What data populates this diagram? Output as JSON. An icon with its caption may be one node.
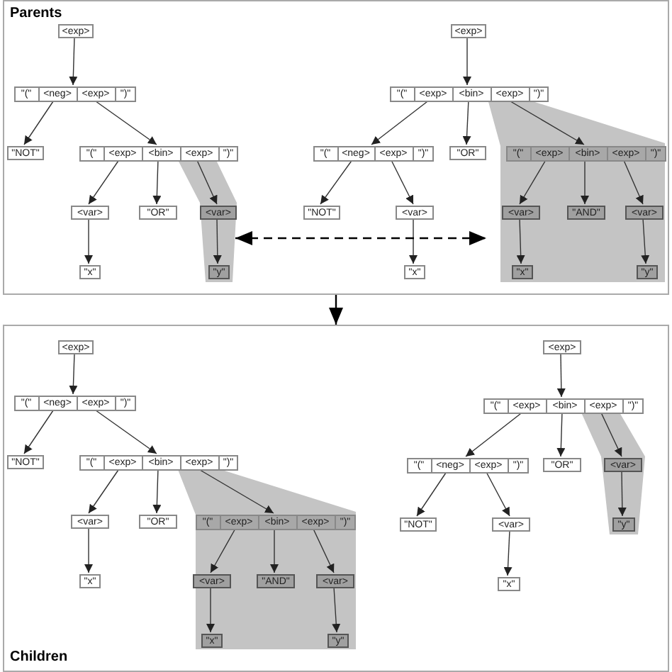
{
  "diagram": {
    "nodes": [
      {
        "text": [
          "Parents"
        ]
      },
      {
        "text": [
          "<exp>"
        ],
        "in": 0
      },
      {
        "text": [],
        "shape": "box",
        "in": 0
      },
      {
        "text": [
          "\"(\""
        ],
        "in": 2
      },
      {
        "text": [
          "<neg>"
        ],
        "in": 2
      },
      {
        "text": [
          "<exp>"
        ],
        "in": 2
      },
      {
        "text": [
          "\")\""
        ],
        "in": 2
      },
      {
        "text": [
          "\"NOT\""
        ],
        "in": 0
      },
      {
        "text": [],
        "shape": "box",
        "in": 0
      },
      {
        "text": [
          "\"(\""
        ],
        "in": 8
      },
      {
        "text": [
          "<exp>"
        ],
        "in": 8
      },
      {
        "text": [
          "<bin>"
        ],
        "in": 8
      },
      {
        "text": [
          "<exp>"
        ],
        "in": 8
      },
      {
        "text": [
          "\")\""
        ],
        "in": 8
      },
      {
        "text": [
          "<var>"
        ],
        "in": 0
      },
      {
        "text": [
          "\"OR\""
        ],
        "in": 0
      },
      {
        "text": [
          "<var>"
        ],
        "in": 19
      },
      {
        "text": [
          "\"x\""
        ],
        "in": 0
      },
      {
        "text": [
          "\"y\""
        ],
        "in": 19
      },
      {
        "text": [],
        "shape": "band",
        "in": 0
      },
      {
        "text": [
          "<exp>"
        ],
        "in": 0
      },
      {
        "text": [],
        "shape": "box",
        "in": 0
      },
      {
        "text": [
          "\"(\""
        ],
        "in": 21
      },
      {
        "text": [
          "<exp>"
        ],
        "in": 21
      },
      {
        "text": [
          "<bin>"
        ],
        "in": 21
      },
      {
        "text": [
          "<exp>"
        ],
        "in": 21
      },
      {
        "text": [
          "\")\""
        ],
        "in": 21
      },
      {
        "text": [],
        "shape": "box",
        "in": 0
      },
      {
        "text": [
          "\"(\""
        ],
        "in": 27
      },
      {
        "text": [
          "<neg>"
        ],
        "in": 27
      },
      {
        "text": [
          "<exp>"
        ],
        "in": 27
      },
      {
        "text": [
          "\")\""
        ],
        "in": 27
      },
      {
        "text": [
          "\"OR\""
        ],
        "in": 0
      },
      {
        "text": [],
        "shape": "box",
        "in": 47
      },
      {
        "text": [
          "\"(\""
        ],
        "in": 33
      },
      {
        "text": [
          "<exp>"
        ],
        "in": 33
      },
      {
        "text": [
          "<bin>"
        ],
        "in": 33
      },
      {
        "text": [
          "<exp>"
        ],
        "in": 33
      },
      {
        "text": [
          "\")\""
        ],
        "in": 33
      },
      {
        "text": [
          "\"NOT\""
        ],
        "in": 0
      },
      {
        "text": [
          "<var>"
        ],
        "in": 0
      },
      {
        "text": [
          "<var>"
        ],
        "in": 47
      },
      {
        "text": [
          "\"AND\""
        ],
        "in": 47
      },
      {
        "text": [
          "<var>"
        ],
        "in": 47
      },
      {
        "text": [
          "\"x\""
        ],
        "in": 0
      },
      {
        "text": [
          "\"x\""
        ],
        "in": 47
      },
      {
        "text": [
          "\"y\""
        ],
        "in": 47
      },
      {
        "text": [],
        "shape": "band",
        "in": 0
      },
      {
        "text": [
          "Children"
        ]
      },
      {
        "text": [
          "<exp>"
        ],
        "in": 48
      },
      {
        "text": [],
        "shape": "box",
        "in": 48
      },
      {
        "text": [
          "\"(\""
        ],
        "in": 50
      },
      {
        "text": [
          "<neg>"
        ],
        "in": 50
      },
      {
        "text": [
          "<exp>"
        ],
        "in": 50
      },
      {
        "text": [
          "\")\""
        ],
        "in": 50
      },
      {
        "text": [
          "\"NOT\""
        ],
        "in": 48
      },
      {
        "text": [],
        "shape": "box",
        "in": 48
      },
      {
        "text": [
          "\"(\""
        ],
        "in": 56
      },
      {
        "text": [
          "<exp>"
        ],
        "in": 56
      },
      {
        "text": [
          "<bin>"
        ],
        "in": 56
      },
      {
        "text": [
          "<exp>"
        ],
        "in": 56
      },
      {
        "text": [
          "\")\""
        ],
        "in": 56
      },
      {
        "text": [
          "<var>"
        ],
        "in": 48
      },
      {
        "text": [
          "\"OR\""
        ],
        "in": 48
      },
      {
        "text": [],
        "shape": "box",
        "in": 76
      },
      {
        "text": [
          "\"(\""
        ],
        "in": 64
      },
      {
        "text": [
          "<exp>"
        ],
        "in": 64
      },
      {
        "text": [
          "<bin>"
        ],
        "in": 64
      },
      {
        "text": [
          "<exp>"
        ],
        "in": 64
      },
      {
        "text": [
          "\")\""
        ],
        "in": 64
      },
      {
        "text": [
          "\"x\""
        ],
        "in": 48
      },
      {
        "text": [
          "<var>"
        ],
        "in": 76
      },
      {
        "text": [
          "\"AND\""
        ],
        "in": 76
      },
      {
        "text": [
          "<var>"
        ],
        "in": 76
      },
      {
        "text": [
          "\"x\""
        ],
        "in": 76
      },
      {
        "text": [
          "\"y\""
        ],
        "in": 76
      },
      {
        "text": [],
        "shape": "band",
        "in": 48
      },
      {
        "text": [
          "<exp>"
        ],
        "in": 48
      },
      {
        "text": [],
        "shape": "box",
        "in": 48
      },
      {
        "text": [
          "\"(\""
        ],
        "in": 78
      },
      {
        "text": [
          "<exp>"
        ],
        "in": 78
      },
      {
        "text": [
          "<bin>"
        ],
        "in": 78
      },
      {
        "text": [
          "<exp>"
        ],
        "in": 78
      },
      {
        "text": [
          "\")\""
        ],
        "in": 78
      },
      {
        "text": [],
        "shape": "box",
        "in": 48
      },
      {
        "text": [
          "\"(\""
        ],
        "in": 84
      },
      {
        "text": [
          "<neg>"
        ],
        "in": 84
      },
      {
        "text": [
          "<exp>"
        ],
        "in": 84
      },
      {
        "text": [
          "\")\""
        ],
        "in": 84
      },
      {
        "text": [
          "\"OR\""
        ],
        "in": 48
      },
      {
        "text": [
          "<var>"
        ],
        "in": 95
      },
      {
        "text": [
          "\"NOT\""
        ],
        "in": 48
      },
      {
        "text": [
          "<var>"
        ],
        "in": 48
      },
      {
        "text": [
          "\"y\""
        ],
        "in": 95
      },
      {
        "text": [
          "\"x\""
        ],
        "in": 48
      },
      {
        "text": [],
        "shape": "band",
        "in": 48
      }
    ],
    "edges": [
      {
        "from": 1,
        "to": 2,
        "arrow": "to"
      },
      {
        "from": 4,
        "to": 7,
        "arrow": "to"
      },
      {
        "from": 5,
        "to": 8,
        "arrow": "to"
      },
      {
        "from": 10,
        "to": 14,
        "arrow": "to"
      },
      {
        "from": 11,
        "to": 15,
        "arrow": "to"
      },
      {
        "from": 12,
        "to": 16,
        "arrow": "to"
      },
      {
        "from": 14,
        "to": 17,
        "arrow": "to"
      },
      {
        "from": 16,
        "to": 18,
        "arrow": "to"
      },
      {
        "from": 20,
        "to": 21,
        "arrow": "to"
      },
      {
        "from": 23,
        "to": 27,
        "arrow": "to"
      },
      {
        "from": 24,
        "to": 32,
        "arrow": "to"
      },
      {
        "from": 25,
        "to": 33,
        "arrow": "to"
      },
      {
        "from": 29,
        "to": 39,
        "arrow": "to"
      },
      {
        "from": 30,
        "to": 40,
        "arrow": "to"
      },
      {
        "from": 35,
        "to": 41,
        "arrow": "to"
      },
      {
        "from": 36,
        "to": 42,
        "arrow": "to"
      },
      {
        "from": 37,
        "to": 43,
        "arrow": "to"
      },
      {
        "from": 40,
        "to": 44,
        "arrow": "to"
      },
      {
        "from": 41,
        "to": 45,
        "arrow": "to"
      },
      {
        "from": 43,
        "to": 46,
        "arrow": "to"
      },
      {
        "from": 19,
        "to": 47,
        "arrow": "both",
        "style": "dashed"
      },
      {
        "from": 0,
        "to": 48,
        "arrow": "to"
      },
      {
        "from": 49,
        "to": 50,
        "arrow": "to"
      },
      {
        "from": 52,
        "to": 55,
        "arrow": "to"
      },
      {
        "from": 53,
        "to": 56,
        "arrow": "to"
      },
      {
        "from": 58,
        "to": 62,
        "arrow": "to"
      },
      {
        "from": 59,
        "to": 63,
        "arrow": "to"
      },
      {
        "from": 60,
        "to": 64,
        "arrow": "to"
      },
      {
        "from": 62,
        "to": 70,
        "arrow": "to"
      },
      {
        "from": 66,
        "to": 71,
        "arrow": "to"
      },
      {
        "from": 67,
        "to": 72,
        "arrow": "to"
      },
      {
        "from": 68,
        "to": 73,
        "arrow": "to"
      },
      {
        "from": 71,
        "to": 74,
        "arrow": "to"
      },
      {
        "from": 73,
        "to": 75,
        "arrow": "to"
      },
      {
        "from": 77,
        "to": 78,
        "arrow": "to"
      },
      {
        "from": 80,
        "to": 84,
        "arrow": "to"
      },
      {
        "from": 81,
        "to": 89,
        "arrow": "to"
      },
      {
        "from": 82,
        "to": 90,
        "arrow": "to"
      },
      {
        "from": 86,
        "to": 91,
        "arrow": "to"
      },
      {
        "from": 87,
        "to": 92,
        "arrow": "to"
      },
      {
        "from": 90,
        "to": 93,
        "arrow": "to"
      },
      {
        "from": 92,
        "to": 94,
        "arrow": "to"
      }
    ]
  }
}
